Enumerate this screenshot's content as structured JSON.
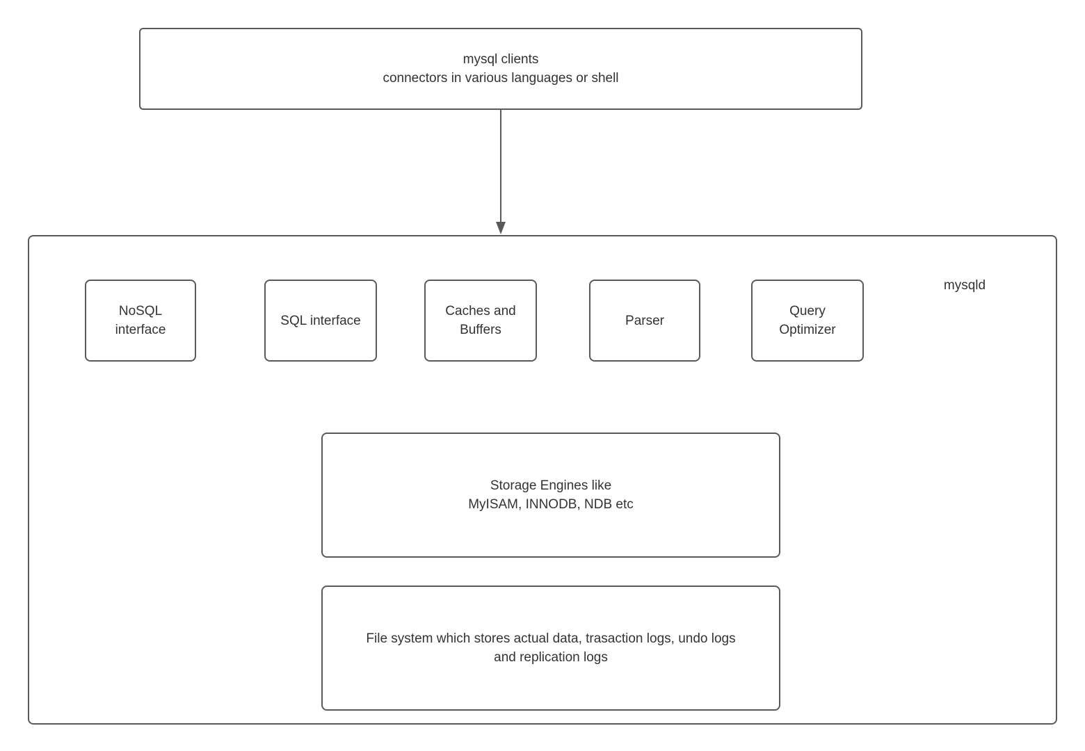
{
  "colors": {
    "border": "#595959",
    "arrow": "#595959",
    "text": "#333333",
    "background": "#ffffff"
  },
  "clients_box": {
    "lines": [
      "mysql clients",
      "connectors in various languages or shell"
    ]
  },
  "mysqld_container": {
    "label": "mysqld"
  },
  "components": [
    {
      "name": "nosql-interface",
      "lines": [
        "NoSQL",
        "interface"
      ]
    },
    {
      "name": "sql-interface",
      "lines": [
        "SQL interface"
      ]
    },
    {
      "name": "caches-and-buffers",
      "lines": [
        "Caches and",
        "Buffers"
      ]
    },
    {
      "name": "parser",
      "lines": [
        "Parser"
      ]
    },
    {
      "name": "query-optimizer",
      "lines": [
        "Query",
        "Optimizer"
      ]
    }
  ],
  "storage_box": {
    "lines": [
      "Storage Engines like",
      "MyISAM, INNODB, NDB etc"
    ]
  },
  "filesystem_box": {
    "lines": [
      "File system which stores actual data, trasaction logs, undo logs",
      "and replication logs"
    ]
  }
}
